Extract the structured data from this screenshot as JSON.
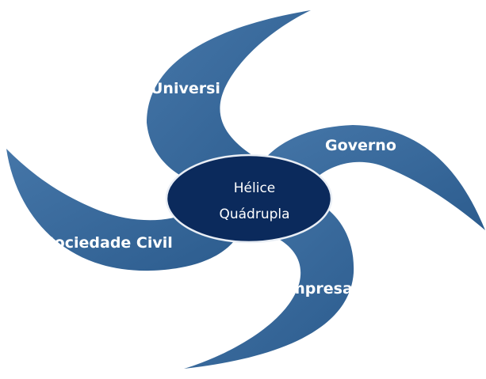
{
  "diagram": {
    "center": {
      "line1": "Hélice",
      "line2": "Quádrupla"
    },
    "blades": [
      {
        "id": "universidade",
        "label": "Universi"
      },
      {
        "id": "governo",
        "label": "Governo"
      },
      {
        "id": "empresas",
        "label": "Empresa"
      },
      {
        "id": "sociedade",
        "label": "Sociedade Civil"
      }
    ]
  },
  "colors": {
    "blade_light": "#4576a8",
    "blade_dark": "#2c5c8e",
    "center_fill": "#0b2a5c",
    "center_stroke": "#e9eef5",
    "label": "#ffffff"
  }
}
